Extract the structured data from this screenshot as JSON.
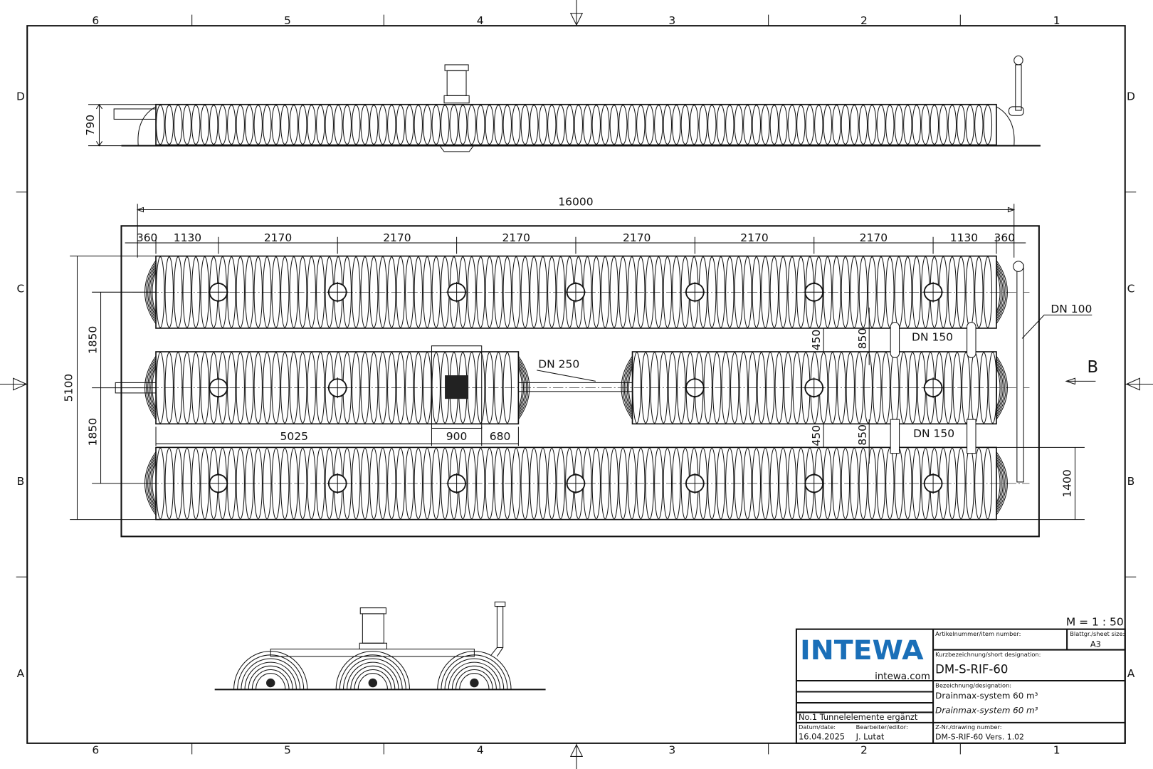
{
  "colors": {
    "line": "#111111",
    "logo_blue": "#1a6fb8",
    "paper": "#ffffff"
  },
  "zones": {
    "columns": [
      "6",
      "5",
      "4",
      "3",
      "2",
      "1"
    ],
    "rows": [
      "D",
      "C",
      "B",
      "A"
    ]
  },
  "side_view": {
    "height_dim": "790"
  },
  "plan_view": {
    "overall_length": "16000",
    "segment_dims": [
      "360",
      "1130",
      "2170",
      "2170",
      "2170",
      "2170",
      "2170",
      "2170",
      "1130",
      "360"
    ],
    "overall_width": "5100",
    "row_spacing": [
      "1850",
      "1850"
    ],
    "middle_row_dims": [
      "5025",
      "900",
      "680"
    ],
    "gap_dims": [
      "450",
      "450"
    ],
    "connector_dims": [
      "850",
      "850"
    ],
    "end_dim": "1400",
    "pipe_labels": {
      "inlet_connection": "DN 250",
      "connector_top": "DN 150",
      "connector_bottom": "DN 150",
      "vent_line": "DN 100"
    },
    "view_marker": "B"
  },
  "title_block": {
    "scale": "M = 1 : 50",
    "logo_text": "INTEWA",
    "logo_url_text": "intewa.com",
    "item_number_label": "Artikelnummer/item number:",
    "item_number_value": "",
    "sheet_size_label": "Blattgr./sheet size:",
    "sheet_size_value": "A3",
    "short_designation_label": "Kurzbezeichnung/short designation:",
    "short_designation_value": "DM-S-RIF-60",
    "designation_label": "Bezeichnung/designation:",
    "designation_de": "Drainmax-system 60 m³",
    "designation_en": "Drainmax-system 60 m³",
    "revision_note": "No.1 Tunnelelemente ergänzt",
    "date_label": "Datum/date:",
    "date_value": "16.04.2025",
    "editor_label": "Bearbeiter/editor:",
    "editor_value": "J. Lutat",
    "drawing_number_label": "Z-Nr./drawing number:",
    "drawing_number_value": "DM-S-RIF-60 Vers. 1.02"
  }
}
